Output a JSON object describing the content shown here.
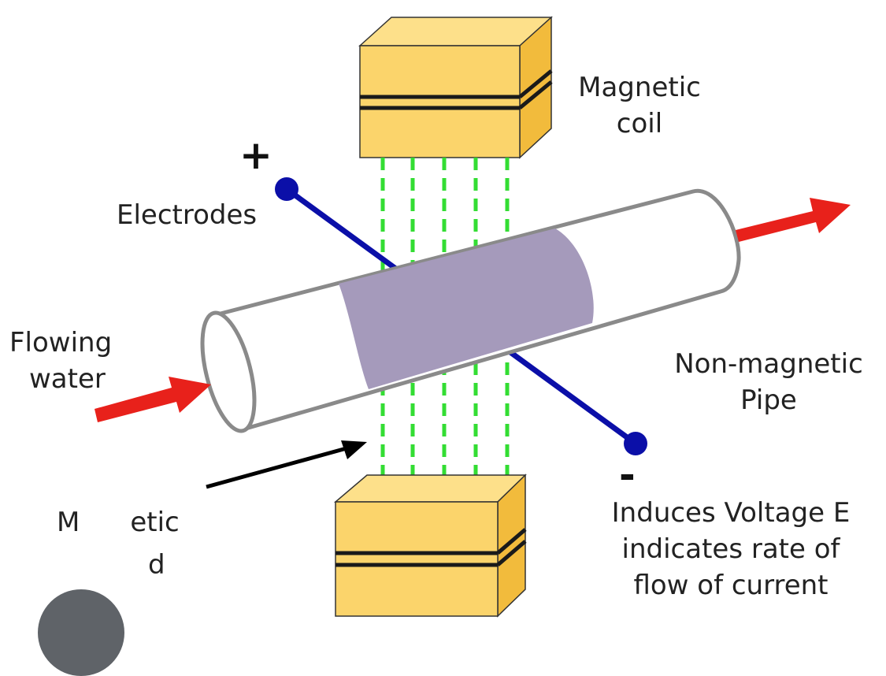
{
  "labels": {
    "magnetic_coil": [
      "Magnetic",
      "coil"
    ],
    "electrodes": "Electrodes",
    "flowing_water": [
      "Flowing",
      "water"
    ],
    "pipe": [
      "Non-magnetic",
      "Pipe"
    ],
    "magnetic_field_partial": [
      "M",
      "etic",
      "d"
    ],
    "voltage": [
      "Induces Voltage E",
      "indicates rate of",
      "flow of current"
    ],
    "plus": "+",
    "minus": "-"
  },
  "colors": {
    "coil_front": "#fbd46b",
    "coil_top": "#fde08a",
    "coil_side": "#f2bb3c",
    "coil_band": "#1a1a1a",
    "field_lines": "#33dd33",
    "electrode": "#0b0fa8",
    "pipe_fill": "#ffffff",
    "pipe_stroke": "#8a8a8a",
    "pipe_electrode_section": "#a59abb",
    "flow_arrow": "#e8211b",
    "pointer_arrow": "#000000",
    "lens_icon": "#5f6368"
  },
  "icons": [
    "google-lens-icon"
  ]
}
